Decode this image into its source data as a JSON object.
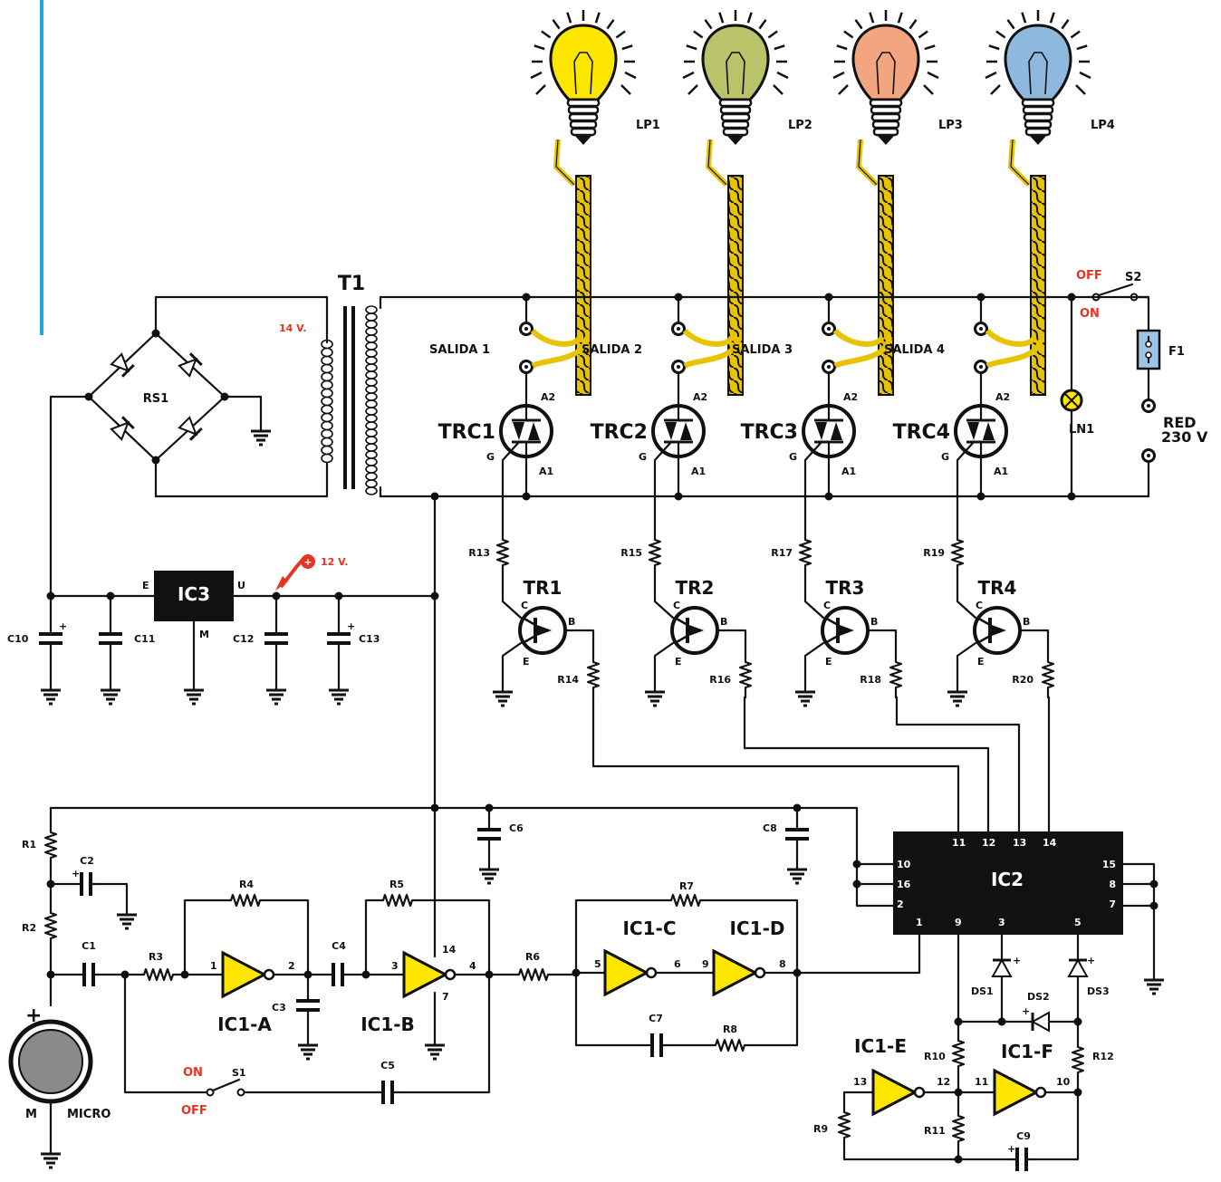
{
  "colors": {
    "wire": "#111111",
    "accent_bar": "#1ea8e0",
    "gate_fill": "#ffe600",
    "lamp_lp1": "#ffe600",
    "lamp_lp2": "#b9c46a",
    "lamp_lp3": "#f2a57e",
    "lamp_lp4": "#8fb8df",
    "voltage_text": "#e63322",
    "fuse_fill": "#9dc3e6",
    "indicator_lamp": "#ffe600",
    "mic_fill": "#8a8a8a",
    "cable": "#e8c400"
  },
  "lamps": [
    {
      "label": "LP1",
      "color_key": "lamp_lp1"
    },
    {
      "label": "LP2",
      "color_key": "lamp_lp2"
    },
    {
      "label": "LP3",
      "color_key": "lamp_lp3"
    },
    {
      "label": "LP4",
      "color_key": "lamp_lp4"
    }
  ],
  "outputs": [
    "SALIDA 1",
    "SALIDA 2",
    "SALIDA 3",
    "SALIDA 4"
  ],
  "triacs": [
    {
      "label": "TRC1",
      "a2": "A2",
      "a1": "A1",
      "g": "G"
    },
    {
      "label": "TRC2",
      "a2": "A2",
      "a1": "A1",
      "g": "G"
    },
    {
      "label": "TRC3",
      "a2": "A2",
      "a1": "A1",
      "g": "G"
    },
    {
      "label": "TRC4",
      "a2": "A2",
      "a1": "A1",
      "g": "G"
    }
  ],
  "transistors": [
    {
      "label": "TR1",
      "r_base": "R14",
      "r_col": "R13",
      "c": "C",
      "b": "B",
      "e": "E"
    },
    {
      "label": "TR2",
      "r_base": "R16",
      "r_col": "R15",
      "c": "C",
      "b": "B",
      "e": "E"
    },
    {
      "label": "TR3",
      "r_base": "R18",
      "r_col": "R17",
      "c": "C",
      "b": "B",
      "e": "E"
    },
    {
      "label": "TR4",
      "r_base": "R20",
      "r_col": "R19",
      "c": "C",
      "b": "B",
      "e": "E"
    }
  ],
  "power": {
    "transformer": "T1",
    "secondary_voltage": "14 V.",
    "bridge": "RS1",
    "regulator": "IC3",
    "reg_e": "E",
    "reg_u": "U",
    "reg_m": "M",
    "reg_out_voltage": "12 V.",
    "caps": [
      "C10",
      "C11",
      "C12",
      "C13"
    ],
    "switch": "S2",
    "switch_off": "OFF",
    "switch_on": "ON",
    "fuse": "F1",
    "neon": "LN1",
    "mains_line1": "RED",
    "mains_line2": "230 V"
  },
  "ic2": {
    "label": "IC2",
    "top_pins": [
      "11",
      "12",
      "13",
      "14"
    ],
    "left_pins": [
      "10",
      "16",
      "2"
    ],
    "right_pins": [
      "15",
      "8",
      "7"
    ],
    "bottom_pins": [
      "1",
      "9",
      "3",
      "5"
    ],
    "caps": [
      "C6",
      "C8"
    ]
  },
  "input": {
    "mic_plus": "+",
    "mic_m": "M",
    "mic_label": "MICRO",
    "resistors": [
      "R1",
      "R2",
      "R3",
      "R4",
      "R5",
      "R6",
      "R7",
      "R8",
      "R9",
      "R10",
      "R11",
      "R12"
    ],
    "caps": [
      "C1",
      "C2",
      "C3",
      "C4",
      "C5",
      "C7",
      "C9"
    ],
    "switch": "S1",
    "switch_on": "ON",
    "switch_off": "OFF",
    "diodes": [
      "DS1",
      "DS2",
      "DS3"
    ]
  },
  "gates": [
    {
      "label": "IC1-A",
      "in": "1",
      "out": "2"
    },
    {
      "label": "IC1-B",
      "in": "3",
      "out": "4",
      "vcc": "14",
      "gnd": "7"
    },
    {
      "label": "IC1-C",
      "in": "5",
      "out": "6"
    },
    {
      "label": "IC1-D",
      "in": "9",
      "out": "8"
    },
    {
      "label": "IC1-E",
      "in": "13",
      "out": "12"
    },
    {
      "label": "IC1-F",
      "in": "11",
      "out": "10"
    }
  ]
}
